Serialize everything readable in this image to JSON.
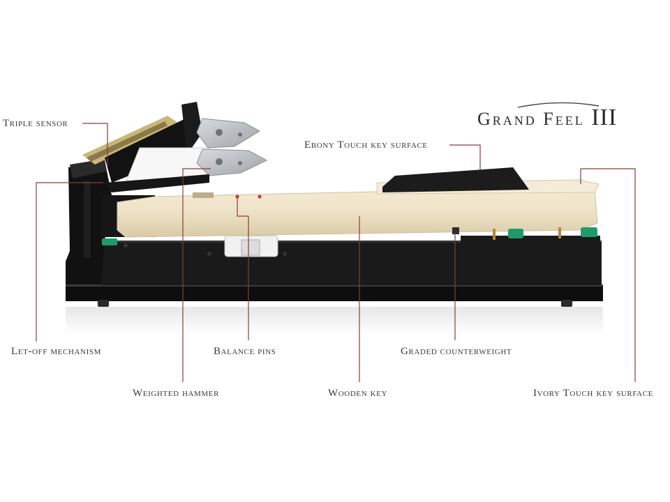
{
  "brand": {
    "name": "Grand Feel",
    "numeral": "III"
  },
  "labels": {
    "triple_sensor": "Triple sensor",
    "ebony_touch": "Ebony Touch key surface",
    "let_off": "Let-off mechanism",
    "balance_pins": "Balance pins",
    "graded_counterweight": "Graded counterweight",
    "weighted_hammer": "Weighted hammer",
    "wooden_key": "Wooden key",
    "ivory_touch": "Ivory Touch key surface"
  },
  "colors": {
    "leader_line": "#8c3a3a",
    "wood_key": "#eee2c6",
    "chassis": "#141414",
    "felt_green": "#1f9a6a",
    "hammer_metal": "#b8bcc0"
  }
}
